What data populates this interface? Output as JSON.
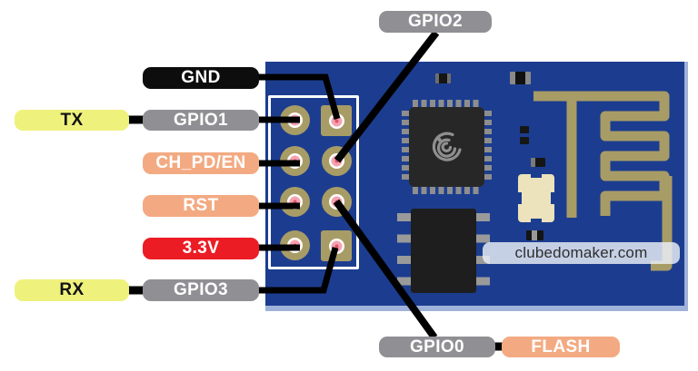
{
  "watermark": {
    "text": "clubedomaker.com"
  },
  "pins": [
    {
      "signal": "GND"
    },
    {
      "signal": "GPIO2"
    },
    {
      "signal": "GPIO1",
      "alias": "TX"
    },
    {
      "signal": "CH_PD/EN"
    },
    {
      "signal": "RST"
    },
    {
      "signal": "3.3V"
    },
    {
      "signal": "GPIO3",
      "alias": "RX"
    },
    {
      "signal": "GPIO0",
      "alias": "FLASH"
    }
  ],
  "colors": {
    "board_blue": "#1c3d8f",
    "board_edge_light": "#9fb2da",
    "trace_tan": "#a89c66",
    "pad_pink": "#f5a2b0",
    "label_gray": "#909094",
    "label_black": "#0d0d0d",
    "label_salmon": "#f3aa82",
    "label_red": "#ec1c24",
    "label_yellow": "#eff17d",
    "wire_black": "#000000",
    "chip_black": "#272727",
    "crystal_cream": "#ece2bb"
  }
}
